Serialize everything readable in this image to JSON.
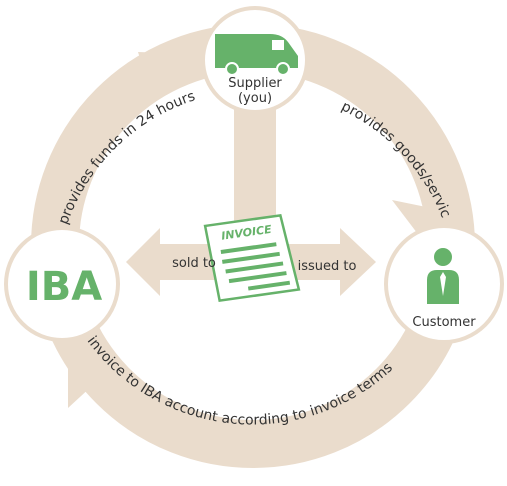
{
  "nodes": {
    "supplier": {
      "line1": "Supplier",
      "line2": "(you)",
      "icon": "delivery-van-icon"
    },
    "customer": {
      "label": "Customer",
      "icon": "person-icon"
    },
    "iba": {
      "label": "IBA"
    },
    "invoice": {
      "label": "INVOICE",
      "icon": "invoice-document-icon"
    }
  },
  "edges": {
    "provides_goods": "provides goods/services",
    "provides_funds": "provides funds in 24 hours",
    "pays_invoice": "pays invoice to IBA account according to invoice terms",
    "sold_to": "sold to",
    "issued_to": "issued to"
  },
  "colors": {
    "ring": "#eadccc",
    "green": "#66b26a",
    "node_fill": "#ffffff",
    "text": "#333333"
  }
}
